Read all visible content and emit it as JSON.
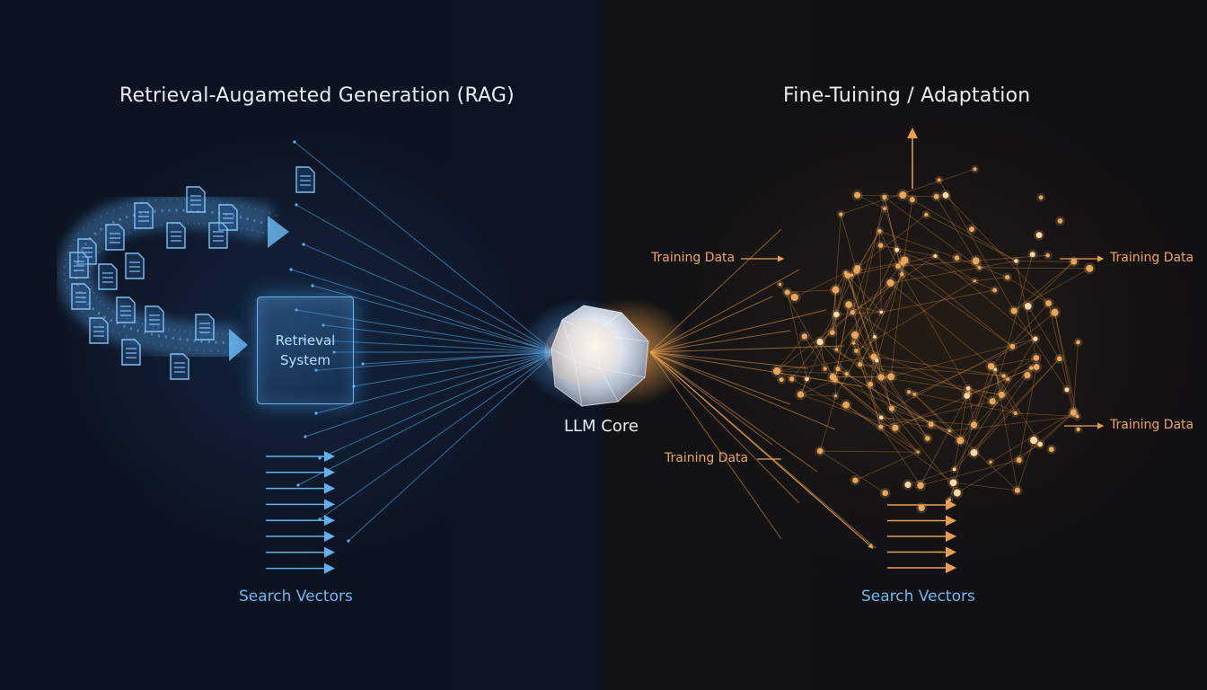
{
  "titles": {
    "left": "Retrieval-Augameted Generation (RAG)",
    "right": "Fine-Tuining / Adaptation"
  },
  "rag": {
    "box_line1": "Retrieval",
    "box_line2": "System",
    "search_label": "Search Vectors"
  },
  "core": {
    "label": "LLM Core"
  },
  "finetune": {
    "training_labels": [
      "Training Data",
      "Training Data",
      "Training Data",
      "Training Data"
    ],
    "search_label": "Search Vectors"
  },
  "colors": {
    "rag_accent": "#5fb2ee",
    "finetune_accent": "#e8a04e",
    "background": "#0b0f18"
  },
  "icons": {
    "document": "document-icon",
    "arrow": "arrow-right-icon",
    "node": "network-node"
  }
}
